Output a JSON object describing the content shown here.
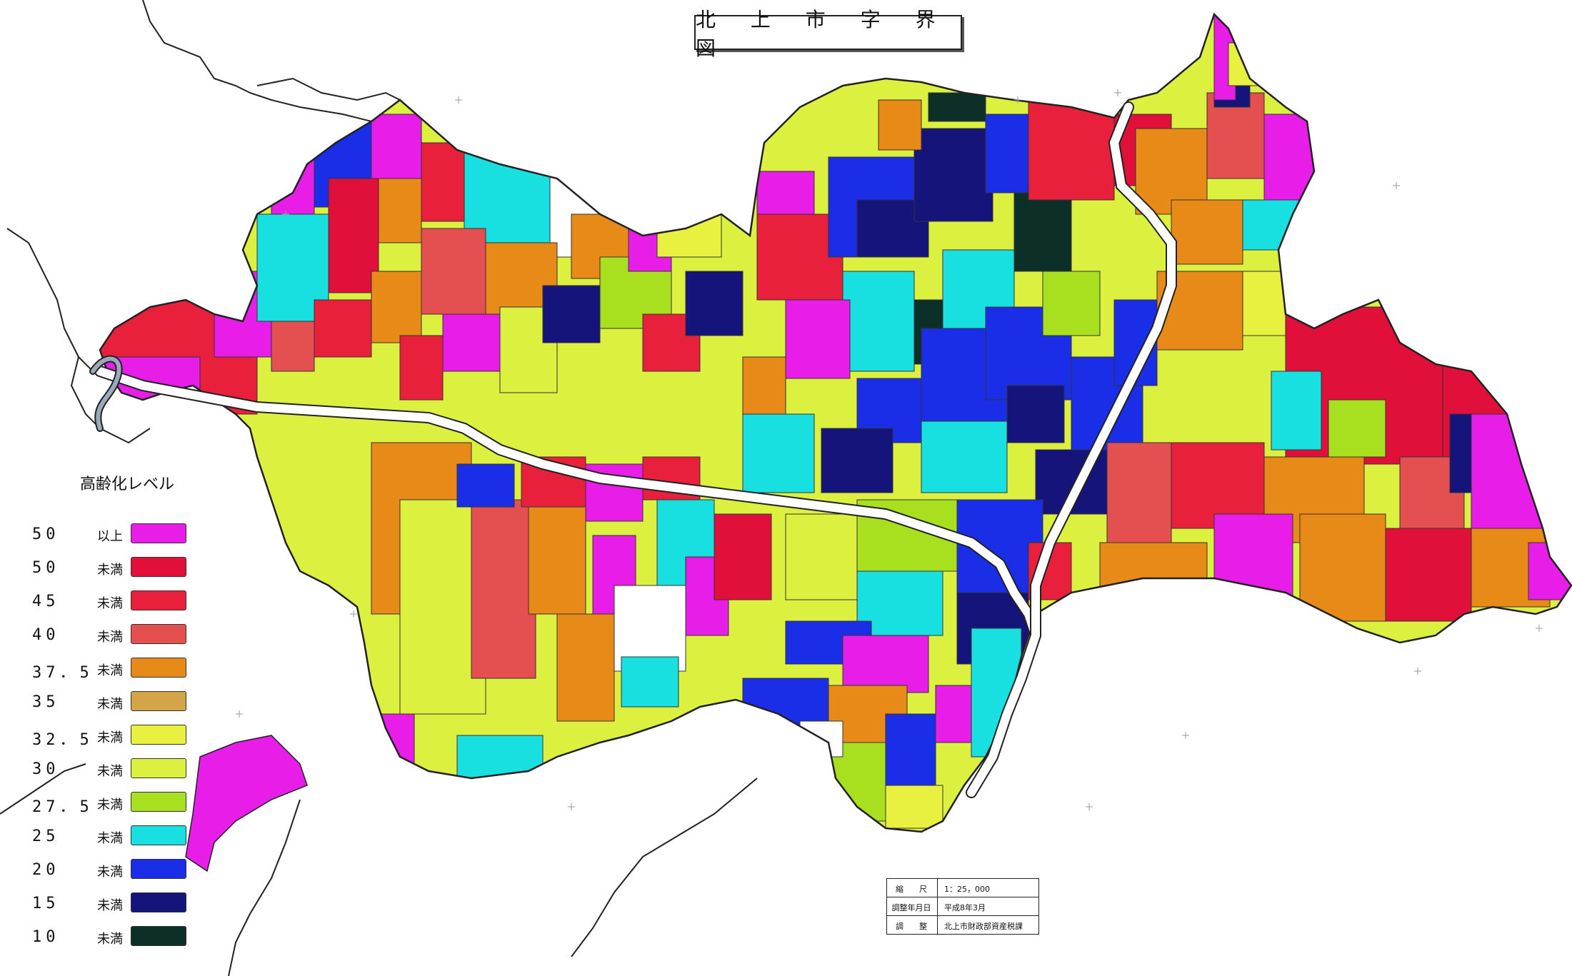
{
  "title": "北 上 市 字 界 図",
  "legend": {
    "heading": "高齢化レベル",
    "items": [
      {
        "value": "50",
        "qualifier": "以上",
        "color": "#e81ee8"
      },
      {
        "value": "50",
        "qualifier": "未満",
        "color": "#e0103a"
      },
      {
        "value": "45",
        "qualifier": "未満",
        "color": "#e8203c"
      },
      {
        "value": "40",
        "qualifier": "未満",
        "color": "#e45050"
      },
      {
        "value": "37．5",
        "qualifier": "未満",
        "color": "#e88a18"
      },
      {
        "value": "35",
        "qualifier": "未満",
        "color": "#d4a448"
      },
      {
        "value": "32．5",
        "qualifier": "未満",
        "color": "#e8f040"
      },
      {
        "value": "30",
        "qualifier": "未満",
        "color": "#dcf040"
      },
      {
        "value": "27．5",
        "qualifier": "未満",
        "color": "#a8e020"
      },
      {
        "value": "25",
        "qualifier": "未満",
        "color": "#18e0e0"
      },
      {
        "value": "20",
        "qualifier": "未満",
        "color": "#1a2ee8"
      },
      {
        "value": "15",
        "qualifier": "未満",
        "color": "#14147a"
      },
      {
        "value": "10",
        "qualifier": "未満",
        "color": "#0c3028"
      }
    ]
  },
  "info": {
    "rows": [
      {
        "label": "縮　　尺",
        "value": "1：25，000"
      },
      {
        "label": "調整年月日",
        "value": "平成8年3月"
      },
      {
        "label": "調　　整",
        "value": "北上市財政部資産税課"
      }
    ]
  },
  "colors": {
    "background": "#ffffff",
    "river": "#ffffff",
    "border": "#222222"
  }
}
